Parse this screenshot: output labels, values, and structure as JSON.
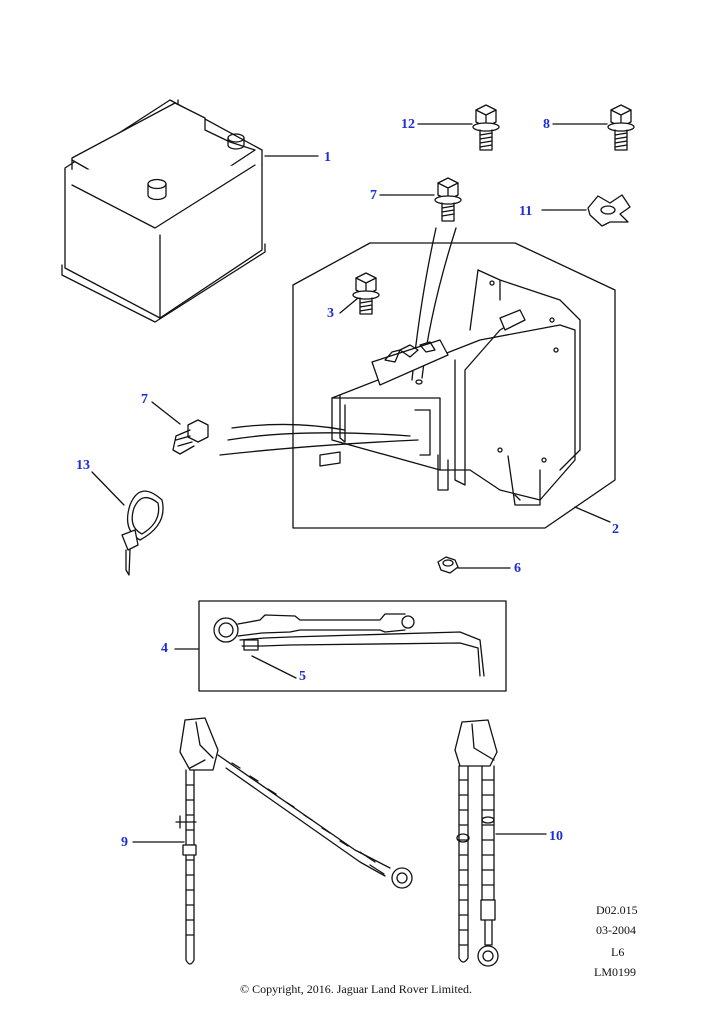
{
  "callouts": {
    "c1": "1",
    "c2": "2",
    "c3": "3",
    "c4": "4",
    "c5": "5",
    "c6": "6",
    "c7a": "7",
    "c7b": "7",
    "c8": "8",
    "c9": "9",
    "c10": "10",
    "c11": "11",
    "c12": "12",
    "c13": "13"
  },
  "meta": {
    "ref": "D02.015",
    "date": "03-2004",
    "level": "L6",
    "drawing_no": "LM0199"
  },
  "copyright": "© Copyright, 2016. Jaguar Land Rover Limited.",
  "colors": {
    "callout": "#1c2fd6",
    "line": "#111111"
  }
}
